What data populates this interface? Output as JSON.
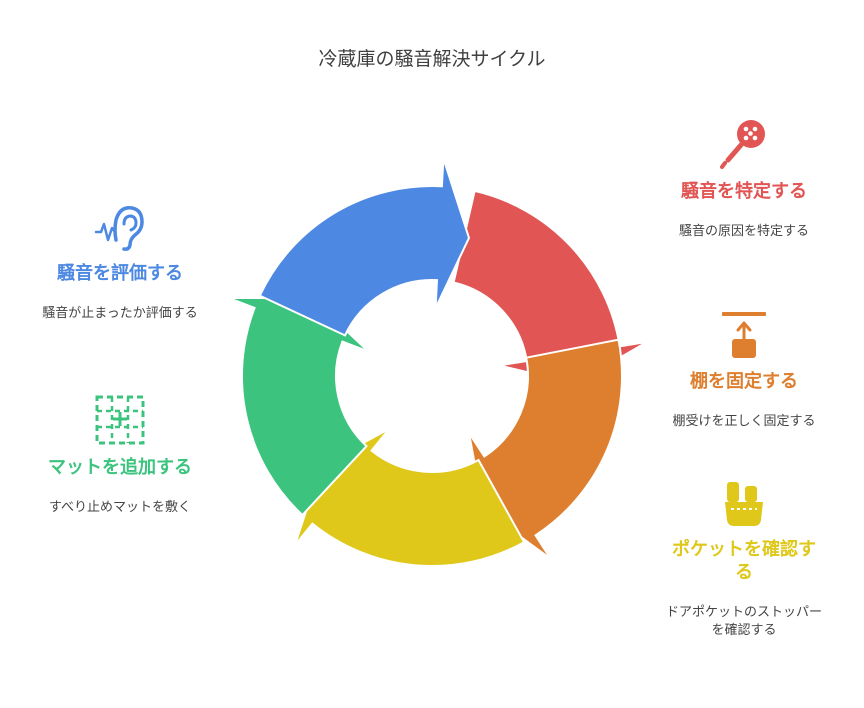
{
  "title": "冷蔵庫の騒音解決サイクル",
  "colors": {
    "identify": "#e15554",
    "fix_shelf": "#de7f2f",
    "check_pocket": "#dfc81a",
    "add_mat": "#3cc47f",
    "evaluate": "#4d88e2"
  },
  "steps": [
    {
      "id": "identify",
      "title": "騒音を特定する",
      "description": "騒音の原因を特定する",
      "icon": "microphone-icon"
    },
    {
      "id": "fix_shelf",
      "title": "棚を固定する",
      "description": "棚受けを正しく固定する",
      "icon": "shelf-bracket-icon"
    },
    {
      "id": "check_pocket",
      "title": "ポケットを確認する",
      "description": "ドアポケットのストッパーを確認する",
      "icon": "door-pocket-icon"
    },
    {
      "id": "add_mat",
      "title": "マットを追加する",
      "description": "すべり止めマットを敷く",
      "icon": "grid-mat-icon"
    },
    {
      "id": "evaluate",
      "title": "騒音を評価する",
      "description": "騒音が止まったか評価する",
      "icon": "ear-icon"
    }
  ]
}
